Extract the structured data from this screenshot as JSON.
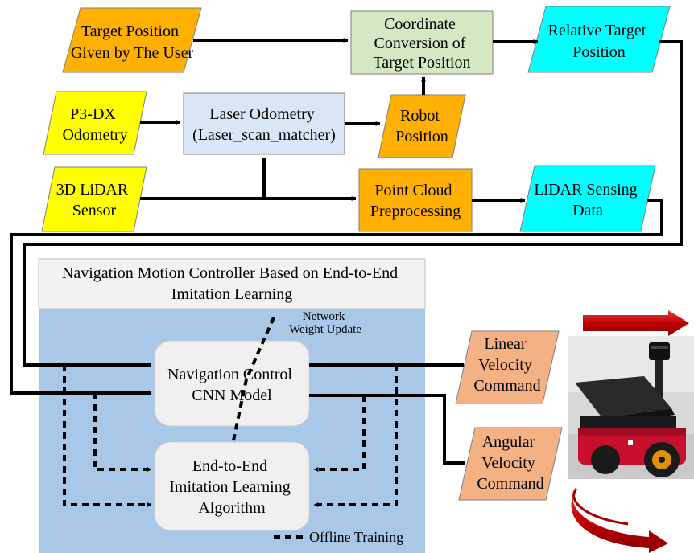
{
  "nodes": {
    "target_position": {
      "lines": [
        "Target Position",
        "Given by The User"
      ]
    },
    "coordinate_conversion": {
      "lines": [
        "Coordinate",
        "Conversion of",
        "Target Position"
      ]
    },
    "relative_target": {
      "lines": [
        "Relative Target",
        "Position"
      ]
    },
    "p3dx_odometry": {
      "lines": [
        "P3-DX",
        "Odometry"
      ]
    },
    "laser_odometry": {
      "lines": [
        "Laser Odometry",
        "(Laser_scan_matcher)"
      ]
    },
    "robot_position": {
      "lines": [
        "Robot",
        "Position"
      ]
    },
    "lidar_sensor": {
      "lines": [
        "3D LiDAR",
        "Sensor"
      ]
    },
    "point_cloud": {
      "lines": [
        "Point Cloud",
        "Preprocessing"
      ]
    },
    "lidar_sensing": {
      "lines": [
        "LiDAR Sensing",
        "Data"
      ]
    },
    "controller_title": {
      "lines": [
        "Navigation Motion Controller Based on End-to-End",
        "Imitation Learning"
      ]
    },
    "network_update": {
      "lines": [
        "Network",
        "Weight Update"
      ]
    },
    "cnn_model": {
      "lines": [
        "Navigation Control",
        "CNN Model"
      ]
    },
    "imitation_algo": {
      "lines": [
        "End-to-End",
        "Imitation Learning",
        "Algorithm"
      ]
    },
    "linear_velocity": {
      "lines": [
        "Linear",
        "Velocity",
        "Command"
      ]
    },
    "angular_velocity": {
      "lines": [
        "Angular",
        "Velocity",
        "Command"
      ]
    }
  },
  "legend": {
    "offline_training": "Offline Training"
  },
  "colors": {
    "input_orange": "#FFB000",
    "input_yellow": "#FFFF00",
    "output_cyan": "#00FFFF",
    "process_blue": "#D9E6F5",
    "process_green": "#D5E8C4",
    "controller_bg": "#A9C7E6",
    "controller_title_bg": "#F2F2F2",
    "inner_box": "#F0F0F0",
    "command_salmon": "#F4B183",
    "arrow_red": "#C00000"
  },
  "icons": {
    "robot_photo": "robot-photo",
    "straight_arrow": "red-right-arrow-icon",
    "rotation_arrow": "red-curved-arrow-icon"
  }
}
